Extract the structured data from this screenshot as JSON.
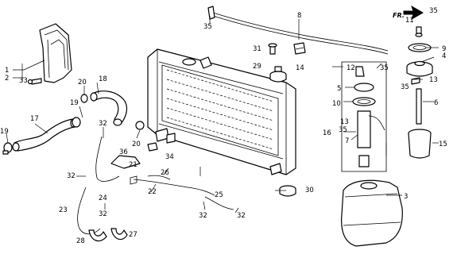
{
  "orientation": {
    "label": "FR."
  },
  "callouts": [
    {
      "id": "n1",
      "text": "1"
    },
    {
      "id": "n2",
      "text": "2"
    },
    {
      "id": "n3",
      "text": "3"
    },
    {
      "id": "n4",
      "text": "4"
    },
    {
      "id": "n5",
      "text": "5"
    },
    {
      "id": "n6",
      "text": "6"
    },
    {
      "id": "n7",
      "text": "7"
    },
    {
      "id": "n8",
      "text": "8"
    },
    {
      "id": "n9",
      "text": "9"
    },
    {
      "id": "n10",
      "text": "10"
    },
    {
      "id": "n11",
      "text": "11"
    },
    {
      "id": "n12",
      "text": "12"
    },
    {
      "id": "n13a",
      "text": "13"
    },
    {
      "id": "n13b",
      "text": "13"
    },
    {
      "id": "n14",
      "text": "14"
    },
    {
      "id": "n15",
      "text": "15"
    },
    {
      "id": "n16",
      "text": "16"
    },
    {
      "id": "n17",
      "text": "17"
    },
    {
      "id": "n18",
      "text": "18"
    },
    {
      "id": "n19a",
      "text": "19"
    },
    {
      "id": "n19b",
      "text": "19"
    },
    {
      "id": "n20a",
      "text": "20"
    },
    {
      "id": "n20b",
      "text": "20"
    },
    {
      "id": "n21",
      "text": "21"
    },
    {
      "id": "n22",
      "text": "22"
    },
    {
      "id": "n23",
      "text": "23"
    },
    {
      "id": "n24",
      "text": "24"
    },
    {
      "id": "n25",
      "text": "25"
    },
    {
      "id": "n26",
      "text": "26"
    },
    {
      "id": "n27",
      "text": "27"
    },
    {
      "id": "n28",
      "text": "28"
    },
    {
      "id": "n29",
      "text": "29"
    },
    {
      "id": "n30",
      "text": "30"
    },
    {
      "id": "n31",
      "text": "31"
    },
    {
      "id": "n32a",
      "text": "32"
    },
    {
      "id": "n32b",
      "text": "32"
    },
    {
      "id": "n32c",
      "text": "32"
    },
    {
      "id": "n32d",
      "text": "32"
    },
    {
      "id": "n32e",
      "text": "32"
    },
    {
      "id": "n33",
      "text": "33"
    },
    {
      "id": "n34",
      "text": "34"
    },
    {
      "id": "n35a",
      "text": "35"
    },
    {
      "id": "n35b",
      "text": "35"
    },
    {
      "id": "n35c",
      "text": "35"
    },
    {
      "id": "n35d",
      "text": "35"
    },
    {
      "id": "n35e",
      "text": "35"
    },
    {
      "id": "n36",
      "text": "36"
    }
  ]
}
